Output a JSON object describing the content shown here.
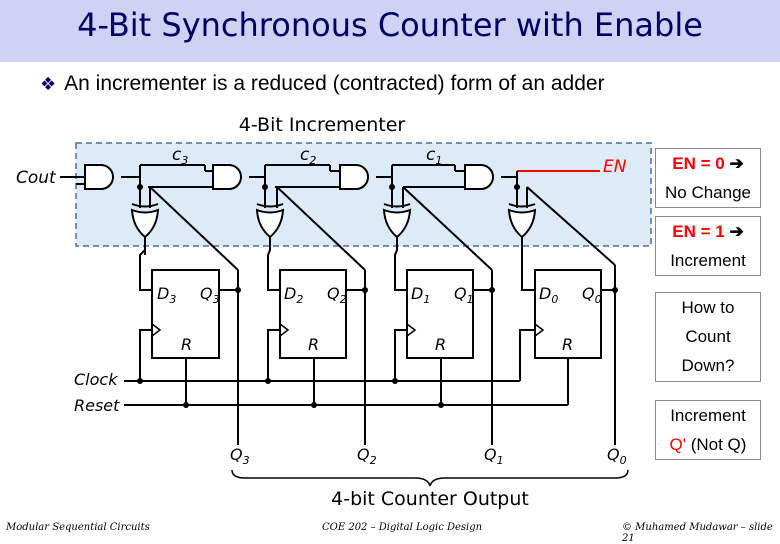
{
  "title": "4-Bit Synchronous Counter with Enable",
  "bullet": "An incrementer is a reduced (contracted) form of an adder",
  "diagram": {
    "incrementer_label": "4-Bit Incrementer",
    "cout": "Cout",
    "en": "EN",
    "carries": [
      "c",
      "c",
      "c"
    ],
    "carry_subs": [
      "3",
      "2",
      "1"
    ],
    "clock": "Clock",
    "reset": "Reset",
    "ff_d": [
      "D",
      "D",
      "D",
      "D"
    ],
    "ff_q": [
      "Q",
      "Q",
      "Q",
      "Q"
    ],
    "ff_subs": [
      "3",
      "2",
      "1",
      "0"
    ],
    "ff_r": [
      "R",
      "R",
      "R",
      "R"
    ],
    "outputs": [
      "Q",
      "Q",
      "Q",
      "Q"
    ],
    "output_subs": [
      "3",
      "2",
      "1",
      "0"
    ],
    "output_label": "4-bit Counter Output"
  },
  "side": {
    "en0_line1": "EN = 0",
    "en0_line2": "No Change",
    "en1_line1": "EN = 1",
    "en1_line2": "Increment",
    "count_down": [
      "How to",
      "Count",
      "Down?"
    ],
    "increment_line1": "Increment",
    "increment_q": "Q'",
    "increment_rest": " (Not Q)",
    "arrow": "➔"
  },
  "footer": {
    "left": "Modular Sequential Circuits",
    "center": "COE 202 – Digital Logic Design",
    "right": "© Muhamed Mudawar – slide 21"
  },
  "colors": {
    "title_bg": "#cfd1f5",
    "title_text": "#000066",
    "incrementer_bg": "#ddeaf7",
    "en_red": "#ff0000"
  }
}
